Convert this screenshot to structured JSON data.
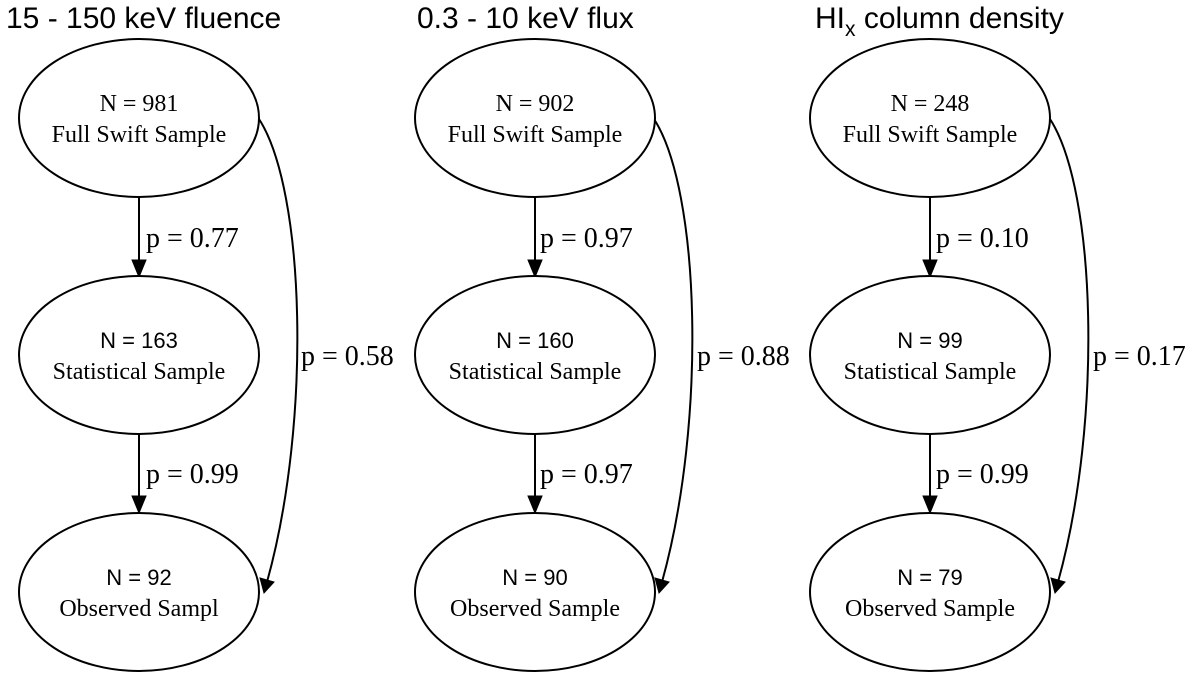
{
  "panels": [
    {
      "title": "15 - 150 keV fluence",
      "nodes": [
        {
          "count": "N = 981",
          "label": "Full Swift Sample"
        },
        {
          "count": "N = 163",
          "label": "Statistical Sample"
        },
        {
          "count": "N = 92",
          "label": "Observed Sampl"
        }
      ],
      "edges": {
        "full_to_statistical": "p = 0.77",
        "statistical_to_observed": "p = 0.99",
        "full_to_observed": "p = 0.58"
      }
    },
    {
      "title": "0.3 - 10 keV flux",
      "nodes": [
        {
          "count": "N = 902",
          "label": "Full Swift Sample"
        },
        {
          "count": "N = 160",
          "label": "Statistical Sample"
        },
        {
          "count": "N = 90",
          "label": "Observed Sample"
        }
      ],
      "edges": {
        "full_to_statistical": "p = 0.97",
        "statistical_to_observed": "p = 0.97",
        "full_to_observed": "p = 0.88"
      }
    },
    {
      "title": "HI",
      "title_subscript": "x",
      "title_rest": " column density",
      "nodes": [
        {
          "count": "N = 248",
          "label": "Full Swift Sample"
        },
        {
          "count": "N = 99",
          "label": "Statistical Sample"
        },
        {
          "count": "N = 79",
          "label": "Observed Sample"
        }
      ],
      "edges": {
        "full_to_statistical": "p = 0.10",
        "statistical_to_observed": "p = 0.99",
        "full_to_observed": "p = 0.17"
      }
    }
  ]
}
